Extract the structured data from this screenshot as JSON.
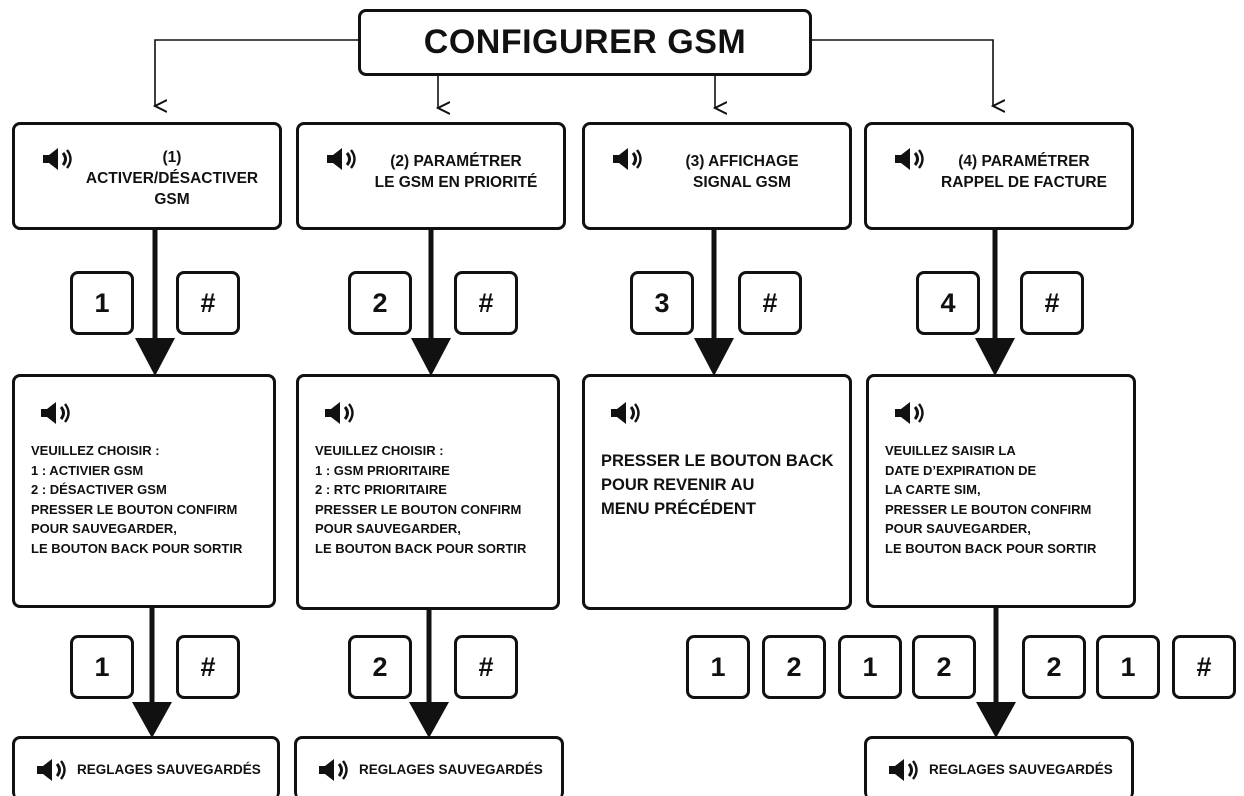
{
  "title": "CONFIGURER GSM",
  "menus": [
    {
      "lines": [
        "(1)",
        "ACTIVER/DÉSACTIVER",
        "GSM"
      ]
    },
    {
      "lines": [
        "(2) PARAMÉTRER",
        "LE GSM EN PRIORITÉ"
      ]
    },
    {
      "lines": [
        "(3) AFFICHAGE",
        "SIGNAL GSM"
      ]
    },
    {
      "lines": [
        "(4) PARAMÉTRER",
        "RAPPEL DE FACTURE"
      ]
    }
  ],
  "menu_keys": [
    [
      "1",
      "#"
    ],
    [
      "2",
      "#"
    ],
    [
      "3",
      "#"
    ],
    [
      "4",
      "#"
    ]
  ],
  "instructions": [
    {
      "lines": [
        "VEUILLEZ CHOISIR :",
        "1 : ACTIVIER GSM",
        "2 : DÉSACTIVER GSM",
        "PRESSER LE BOUTON CONFIRM",
        "POUR SAUVEGARDER,",
        "LE BOUTON BACK POUR SORTIR"
      ]
    },
    {
      "lines": [
        "VEUILLEZ CHOISIR :",
        "1 : GSM PRIORITAIRE",
        "2 : RTC PRIORITAIRE",
        "PRESSER LE BOUTON CONFIRM",
        "POUR SAUVEGARDER,",
        "LE BOUTON BACK POUR SORTIR"
      ]
    },
    {
      "lines": [
        "PRESSER LE BOUTON BACK",
        "POUR REVENIR AU",
        "MENU PRÉCÉDENT"
      ]
    },
    {
      "lines": [
        "VEUILLEZ SAISIR LA",
        "DATE D’EXPIRATION DE",
        "LA CARTE SIM,",
        "PRESSER LE BOUTON CONFIRM",
        "POUR SAUVEGARDER,",
        "LE BOUTON BACK POUR SORTIR"
      ]
    }
  ],
  "confirm_keys": [
    [
      "1",
      "#"
    ],
    [
      "2",
      "#"
    ],
    [
      "1",
      "2",
      "1",
      "2",
      "2",
      "1",
      "#"
    ]
  ],
  "saved_label": "REGLAGES SAUVEGARDÉS",
  "speaker_icon": "speaker-icon",
  "colors": {
    "stroke": "#111111",
    "background": "#ffffff"
  }
}
